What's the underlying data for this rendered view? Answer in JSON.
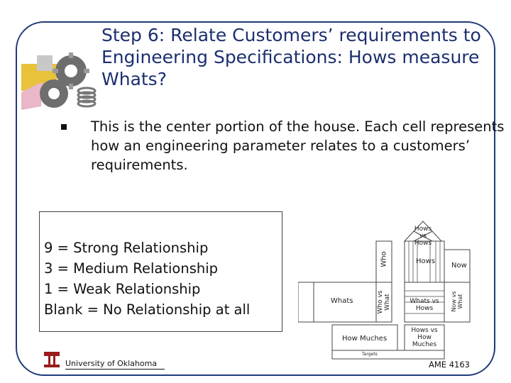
{
  "slide": {
    "title": "Step 6: Relate Customers’ requirements to Engineering Specifications: Hows measure Whats?",
    "bullet_text": "This is the center portion of the house.  Each cell represents how an engineering parameter relates to a customers’ requirements."
  },
  "legend": {
    "lines": [
      "9 = Strong Relationship",
      "3 = Medium Relationship",
      "1 = Weak Relationship",
      "Blank = No Relationship at all"
    ]
  },
  "house": {
    "roof_label": "Hows vs Hows",
    "who": "Who",
    "hows": "Hows",
    "now": "Now",
    "whats": "Whats",
    "who_vs_what": "Who vs What",
    "whats_vs_hows": "Whats vs Hows",
    "now_vs_what": "Now vs What",
    "how_muches": "How Muches",
    "hows_vs_how_muches": "Hows vs How Muches",
    "targets": "Targets"
  },
  "footer": {
    "university": "University of Oklahoma",
    "course": "AME 4163"
  },
  "colors": {
    "frame": "#1f3b78",
    "title": "#1c2f6e",
    "ou_crimson": "#9b1c1c"
  }
}
